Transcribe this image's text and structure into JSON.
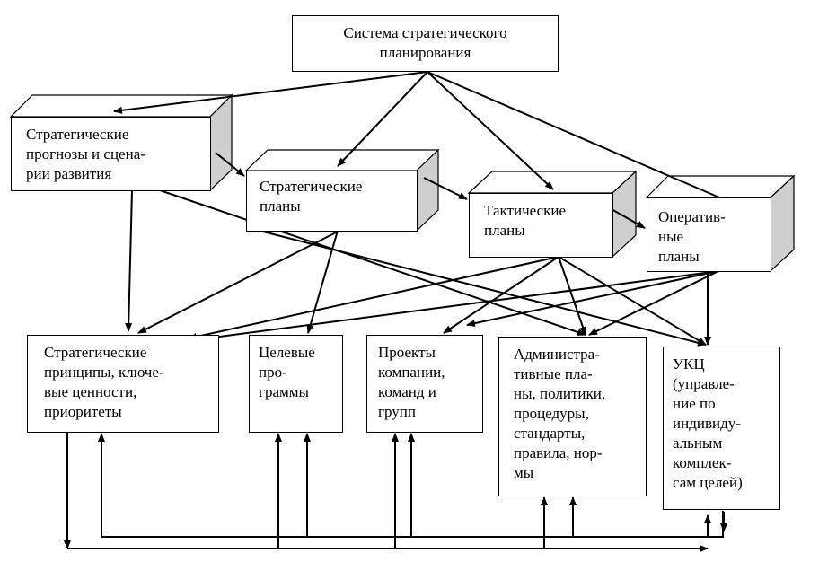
{
  "diagram": {
    "top": {
      "label": "Система стратегического\nпланирования"
    },
    "level2": [
      {
        "label": "Стратегические\nпрогнозы и сцена-\nрии развития"
      },
      {
        "label": "Стратегические\nпланы"
      },
      {
        "label": "Тактические\nпланы"
      },
      {
        "label": "Оператив-\nные\n планы"
      }
    ],
    "level3": [
      {
        "label": "Стратегические\nпринципы, ключе-\nвые ценности,\nприоритеты"
      },
      {
        "label": "Целевые\nпро-\nграммы"
      },
      {
        "label": "Проекты\nкомпании,\nкоманд и\nгрупп"
      },
      {
        "label": "Администра-\nтивные пла-\nны, политики,\nпроцедуры,\nстандарты,\nправила, нор-\nмы"
      },
      {
        "label": "УКЦ\n(управле-\nние по\nиндивиду-\nальным\nкомплек-\nсам целей)"
      }
    ]
  }
}
